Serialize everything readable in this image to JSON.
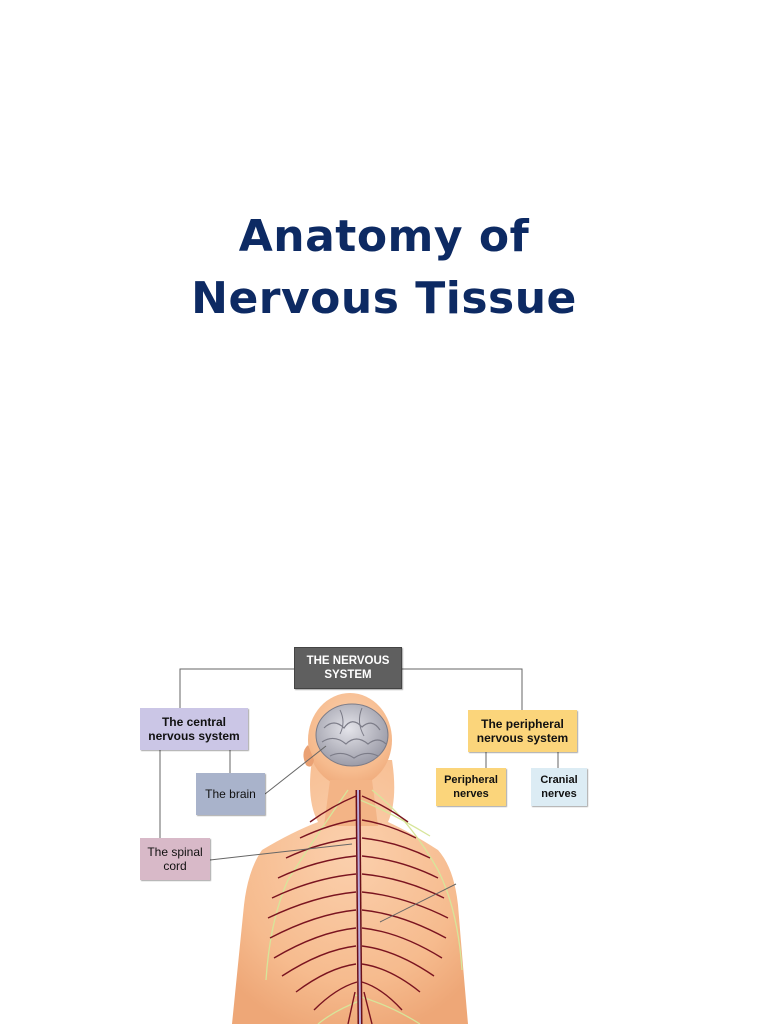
{
  "title": {
    "line1": "Anatomy of",
    "line2": "Nervous Tissue"
  },
  "diagram": {
    "root": "THE NERVOUS\nSYSTEM",
    "cns": "The central\nnervous system",
    "brain": "The brain",
    "spinal_cord": "The spinal\ncord",
    "pns": "The peripheral\nnervous system",
    "peripheral_nerves": "Peripheral\nnerves",
    "cranial_nerves": "Cranial\nnerves"
  },
  "colors": {
    "title": "#0d2a63",
    "root_box": "#5f5f5f",
    "cns_box": "#cbc6e6",
    "brain_box": "#a9b3cb",
    "spinal_cord_box": "#d8b9c8",
    "pns_box": "#fbd57b",
    "peripheral_nerves_box": "#fbd57b",
    "cranial_nerves_box": "#dcecf4",
    "skin": "#f6bb8e",
    "nerves": "#7a1420",
    "peripheral_nerve_lines": "#d7e59a",
    "connector": "#666666"
  }
}
